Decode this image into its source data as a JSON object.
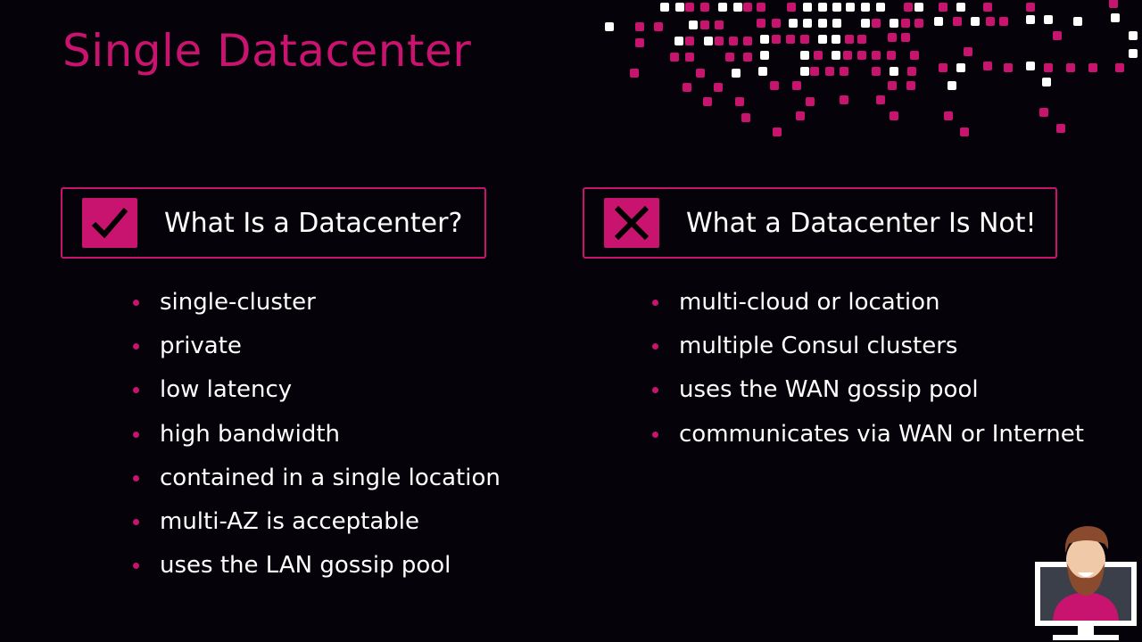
{
  "slide": {
    "title": "Single Datacenter"
  },
  "left_panel": {
    "icon": "checkmark-icon",
    "heading": "What Is a Datacenter?",
    "items": [
      "single-cluster",
      "private",
      "low latency",
      "high bandwidth",
      "contained in a single location",
      "multi-AZ is acceptable",
      "uses the LAN gossip pool"
    ]
  },
  "right_panel": {
    "icon": "x-icon",
    "heading": "What a Datacenter Is Not!",
    "items": [
      "multi-cloud or location",
      "multiple Consul clusters",
      "uses the WAN gossip pool",
      "communicates via WAN or Internet"
    ]
  },
  "colors": {
    "accent": "#c8146f",
    "background": "#050209",
    "text": "#ffffff"
  }
}
